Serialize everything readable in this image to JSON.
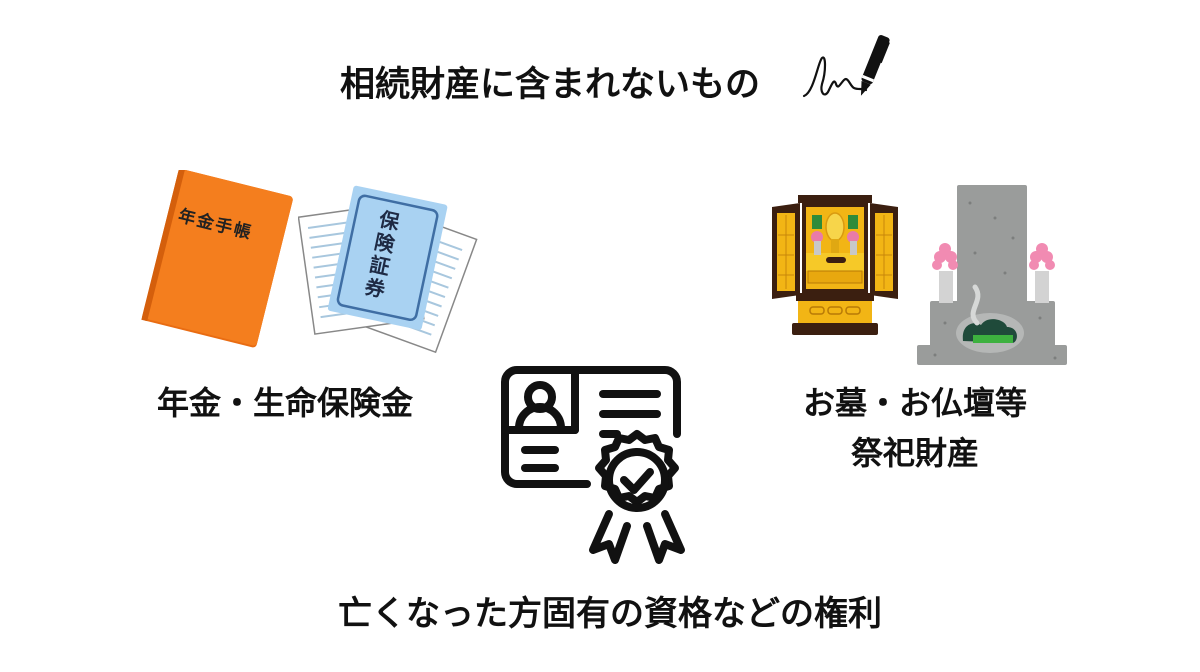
{
  "title": "相続財産に含まれないもの",
  "items": [
    {
      "label": "年金・生命保険金",
      "illustrations": [
        {
          "name": "pension-book",
          "text": "年金手帳",
          "color": "#F07A1A"
        },
        {
          "name": "insurance-certificate",
          "text": "保険証券",
          "color": "#A9D2F2"
        }
      ]
    },
    {
      "label_line1": "お墓・お仏壇等",
      "label_line2": "祭祀財産",
      "illustrations": [
        {
          "name": "butsudan",
          "color": "#F2B515"
        },
        {
          "name": "gravestone",
          "color": "#9A9C9B"
        }
      ]
    },
    {
      "label": "亡くなった方固有の資格などの権利",
      "illustrations": [
        {
          "name": "certified-id-card-badge",
          "color": "#111111"
        }
      ]
    }
  ],
  "book_text": [
    "年",
    "金",
    "手",
    "帳"
  ],
  "cert_text": [
    "保",
    "険",
    "証",
    "券"
  ]
}
